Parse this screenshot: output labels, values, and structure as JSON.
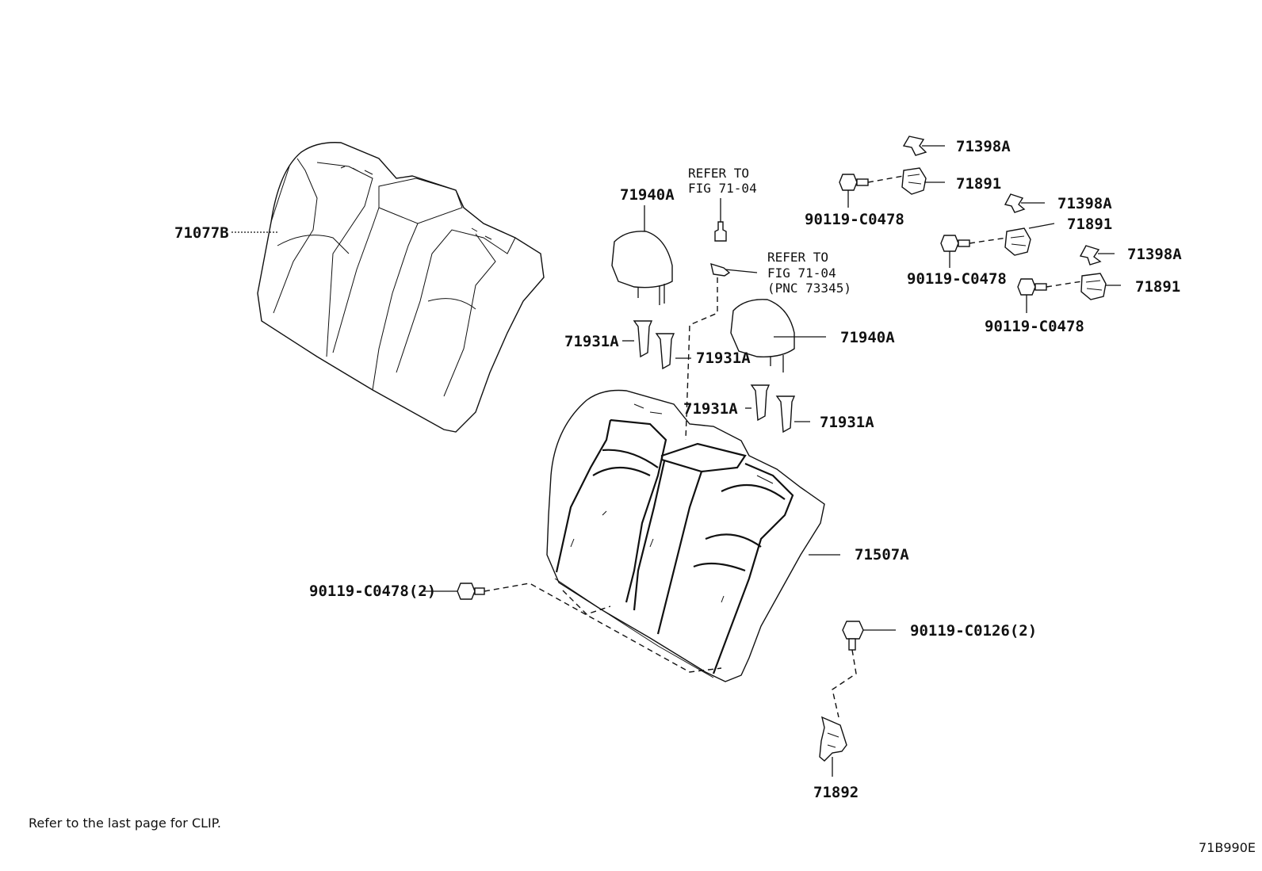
{
  "labels": {
    "p71077b": "71077B",
    "p71940a_1": "71940A",
    "p71940a_2": "71940A",
    "p71931a_1": "71931A",
    "p71931a_2": "71931A",
    "p71931a_3": "71931A",
    "p71931a_4": "71931A",
    "p71507a": "71507A",
    "p71398a_1": "71398A",
    "p71398a_2": "71398A",
    "p71398a_3": "71398A",
    "p71891_1": "71891",
    "p71891_2": "71891",
    "p71891_3": "71891",
    "p90119_c0478_1": "90119-C0478",
    "p90119_c0478_2": "90119-C0478",
    "p90119_c0478_3": "90119-C0478",
    "p90119_c0478_qty": "90119-C0478(2)",
    "p90119_c0126_qty": "90119-C0126(2)",
    "p71892": "71892"
  },
  "refs": {
    "ref1_line1": "REFER TO",
    "ref1_line2": "FIG 71-04",
    "ref2_line1": "REFER TO",
    "ref2_line2": "FIG 71-04",
    "ref2_line3": "(PNC 73345)"
  },
  "footer": {
    "note": "Refer to the last page for CLIP.",
    "diagram_code": "71B990E"
  }
}
